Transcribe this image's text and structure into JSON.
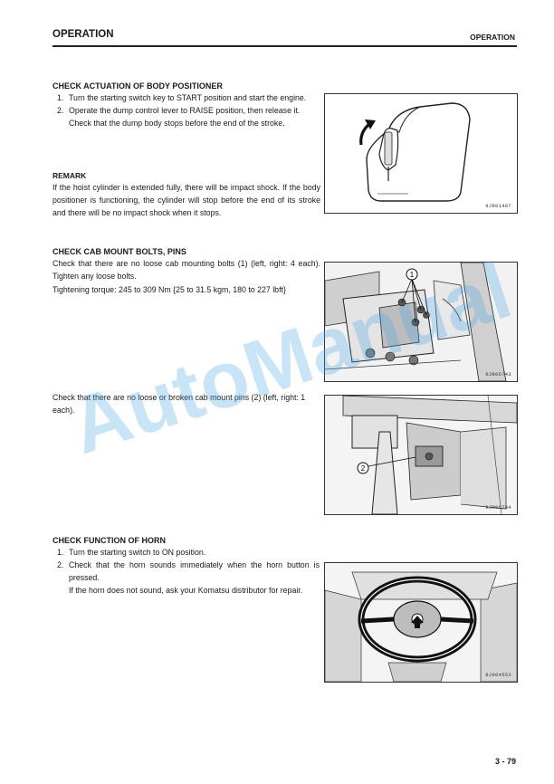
{
  "header": {
    "left": "OPERATION",
    "right": "OPERATION"
  },
  "section1": {
    "title": "CHECK ACTUATION OF BODY POSITIONER",
    "steps": [
      {
        "num": "1.",
        "text": "Turn the starting switch key to START position and start the engine.",
        "sub": ""
      },
      {
        "num": "2.",
        "text": "Operate the dump control lever to RAISE position, then release it.",
        "sub": "Check that the dump body stops before the end of the stroke."
      }
    ],
    "remark_title": "REMARK",
    "remark": "If the hoist cylinder is extended fully, there will be impact shock.  If the body positioner is functioning, the cylinder will stop before the end of its stroke and there will be no impact shock when it stops.",
    "figure_code": "9JR01497"
  },
  "section2": {
    "title": "CHECK CAB MOUNT BOLTS, PINS",
    "para1": "Check that there are no loose cab mounting bolts (1) (left, right: 4 each). Tighten any loose bolts.",
    "para2": "Tightening torque: 245 to 309 Nm {25 to 31.5 kgm, 180 to 227 lbft}",
    "figure1_code": "9JR06743",
    "figure1_callout": "1",
    "para3": "Check that there are no loose or broken cab mount pins (2) (left, right: 1 each).",
    "figure2_code": "9JR06744",
    "figure2_callout": "2"
  },
  "section3": {
    "title": "CHECK FUNCTION OF HORN",
    "steps": [
      {
        "num": "1.",
        "text": "Turn the starting switch to ON position.",
        "sub": ""
      },
      {
        "num": "2.",
        "text": "Check that the horn sounds immediately when the horn button is pressed.",
        "sub": "If the horn does not sound, ask your Komatsu distributor for repair."
      }
    ],
    "figure_code": "9J004553"
  },
  "watermark": "AutoManual",
  "page_number": "3 - 79"
}
